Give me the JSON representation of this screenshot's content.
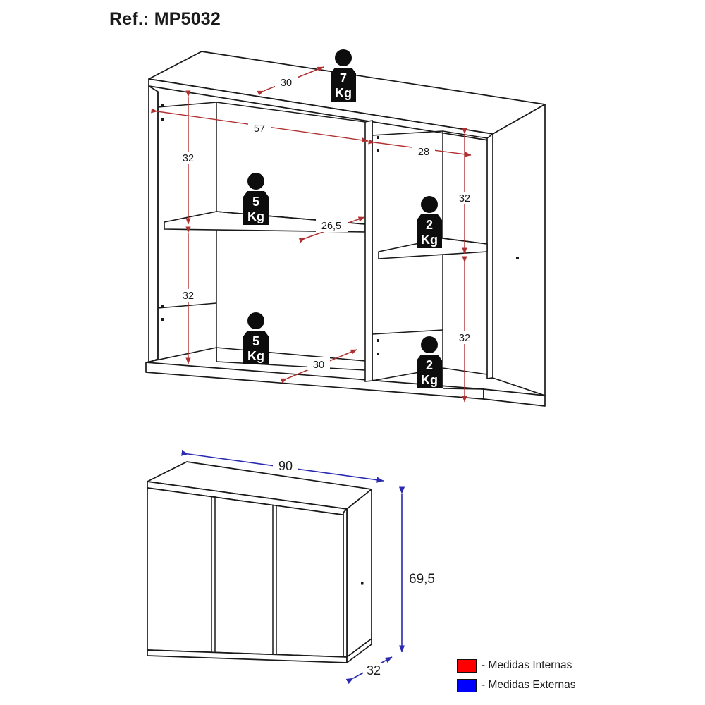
{
  "page": {
    "reference_label": "Ref.: MP5032",
    "background": "#ffffff"
  },
  "colors": {
    "internal_dimension": "#FF0000",
    "external_dimension": "#0000FF",
    "internal_line": "#b03030",
    "external_line": "#2a2ab0",
    "outline": "#1a1a1a",
    "badge_fill": "#0d0d0d",
    "badge_text": "#ffffff"
  },
  "exploded_view": {
    "name": "cabinet-interior-view",
    "internal_dimensions": [
      {
        "id": "top-depth",
        "value": "30",
        "unit": "cm",
        "orientation": "diagonal-depth",
        "location": "top-panel"
      },
      {
        "id": "left-compartment-width",
        "value": "57",
        "unit": "cm",
        "orientation": "horizontal",
        "location": "left-compartment"
      },
      {
        "id": "right-compartment-width",
        "value": "28",
        "unit": "cm",
        "orientation": "horizontal",
        "location": "right-compartment"
      },
      {
        "id": "left-upper-height",
        "value": "32",
        "unit": "cm",
        "orientation": "vertical",
        "location": "left-upper-shelf"
      },
      {
        "id": "left-lower-height",
        "value": "32",
        "unit": "cm",
        "orientation": "vertical",
        "location": "left-lower-shelf"
      },
      {
        "id": "right-upper-height",
        "value": "32",
        "unit": "cm",
        "orientation": "vertical",
        "location": "right-upper-shelf"
      },
      {
        "id": "right-lower-height",
        "value": "32",
        "unit": "cm",
        "orientation": "vertical",
        "location": "right-lower-shelf"
      },
      {
        "id": "middle-shelf-depth",
        "value": "26,5",
        "unit": "cm",
        "orientation": "diagonal-depth",
        "location": "middle-shelf"
      },
      {
        "id": "bottom-shelf-depth",
        "value": "30",
        "unit": "cm",
        "orientation": "diagonal-depth",
        "location": "bottom-panel"
      }
    ],
    "load_badges": [
      {
        "id": "badge-top",
        "weight": "7",
        "unit": "Kg",
        "location": "top-panel"
      },
      {
        "id": "badge-left-middle-shelf",
        "weight": "5",
        "unit": "Kg",
        "location": "left-middle-shelf"
      },
      {
        "id": "badge-left-bottom-shelf",
        "weight": "5",
        "unit": "Kg",
        "location": "left-bottom-shelf"
      },
      {
        "id": "badge-right-middle-shelf",
        "weight": "2",
        "unit": "Kg",
        "location": "right-middle-shelf"
      },
      {
        "id": "badge-right-bottom-shelf",
        "weight": "2",
        "unit": "Kg",
        "location": "right-bottom-shelf"
      }
    ]
  },
  "closed_view": {
    "name": "cabinet-closed-view",
    "door_count": 3,
    "external_dimensions": [
      {
        "id": "overall-width",
        "value": "90",
        "unit": "cm",
        "orientation": "horizontal-top"
      },
      {
        "id": "overall-height",
        "value": "69,5",
        "unit": "cm",
        "orientation": "vertical-right"
      },
      {
        "id": "overall-depth",
        "value": "32",
        "unit": "cm",
        "orientation": "diagonal-depth"
      }
    ]
  },
  "legend": {
    "items": [
      {
        "id": "legend-internal",
        "color": "#FF0000",
        "label": "- Medidas Internas"
      },
      {
        "id": "legend-external",
        "color": "#0000FF",
        "label": "- Medidas Externas"
      }
    ]
  }
}
